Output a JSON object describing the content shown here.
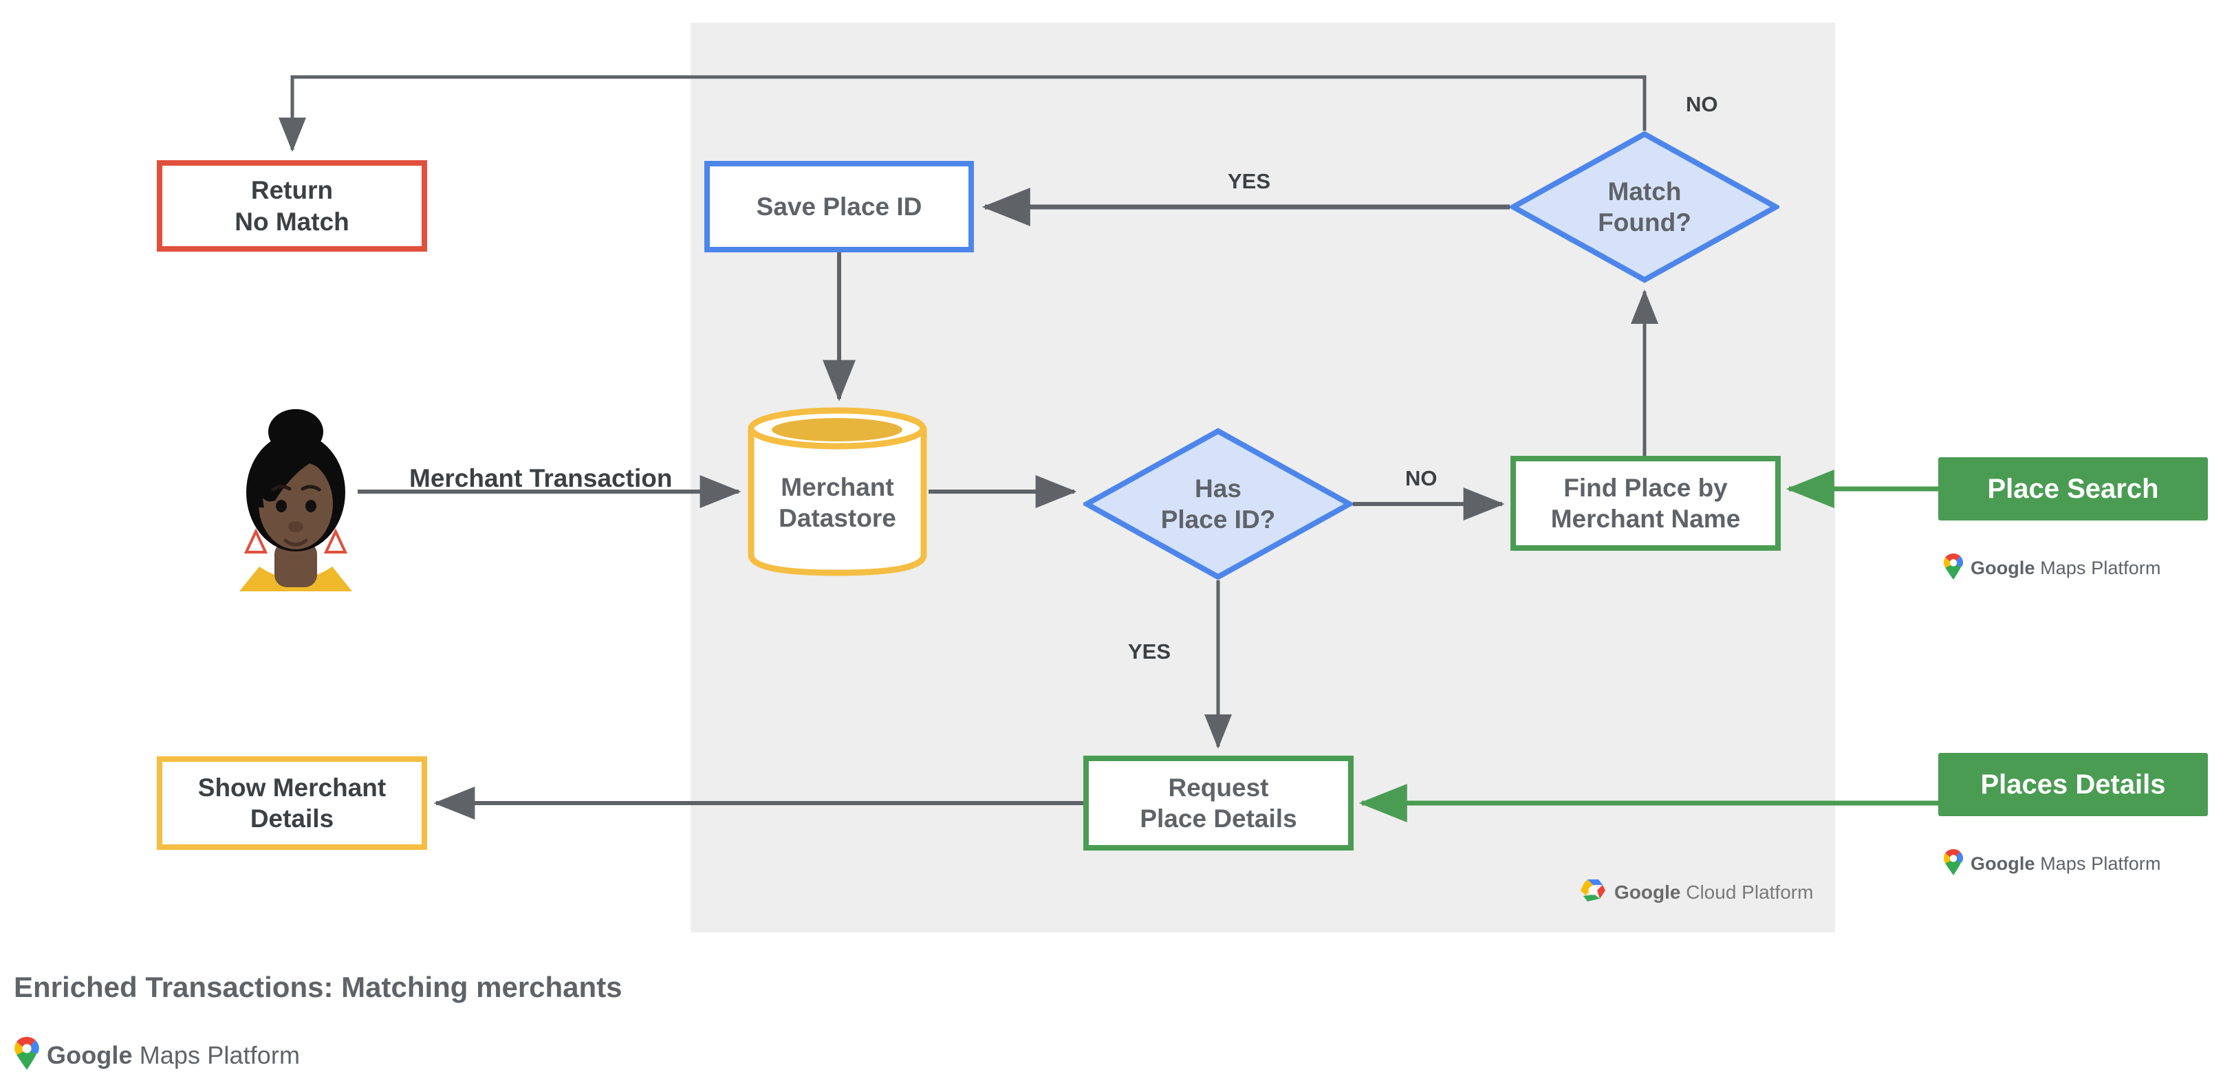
{
  "diagram": {
    "title": "Enriched Transactions: Matching merchants",
    "panel_label": "Google Cloud Platform",
    "colors": {
      "panel_background": "#eeeeee",
      "red": "#e0503c",
      "blue": "#4d86ea",
      "blue_fill": "#d6e2fa",
      "green": "#4a9c53",
      "yellow": "#f5bd42",
      "arrow_gray": "#5f6368",
      "text_gray": "#5f6368"
    }
  },
  "nodes": {
    "return_no_match": {
      "label": "Return\nNo Match",
      "shape": "rect",
      "color": "red"
    },
    "save_place_id": {
      "label": "Save Place ID",
      "shape": "rect",
      "color": "blue"
    },
    "match_found": {
      "label": "Match\nFound?",
      "shape": "diamond",
      "color": "blue"
    },
    "merchant_datastore": {
      "label": "Merchant\nDatastore",
      "shape": "cylinder",
      "color": "yellow"
    },
    "has_place_id": {
      "label": "Has\nPlace ID?",
      "shape": "diamond",
      "color": "blue"
    },
    "find_place": {
      "label": "Find Place by\nMerchant Name",
      "shape": "rect",
      "color": "green"
    },
    "request_place_details": {
      "label": "Request\nPlace Details",
      "shape": "rect",
      "color": "green"
    },
    "show_merchant_details": {
      "label": "Show Merchant\nDetails",
      "shape": "rect",
      "color": "yellow"
    }
  },
  "products": {
    "place_search": {
      "label": "Place Search"
    },
    "places_details": {
      "label": "Places Details"
    }
  },
  "edge_labels": {
    "merchant_transaction": "Merchant Transaction",
    "yes_match_found": "YES",
    "no_match_found": "NO",
    "no_has_place_id": "NO",
    "yes_has_place_id": "YES"
  },
  "lockups": {
    "google": "Google",
    "maps_platform": " Maps Platform",
    "cloud_platform": " Cloud Platform"
  },
  "actor": {
    "name": "customer-avatar"
  }
}
